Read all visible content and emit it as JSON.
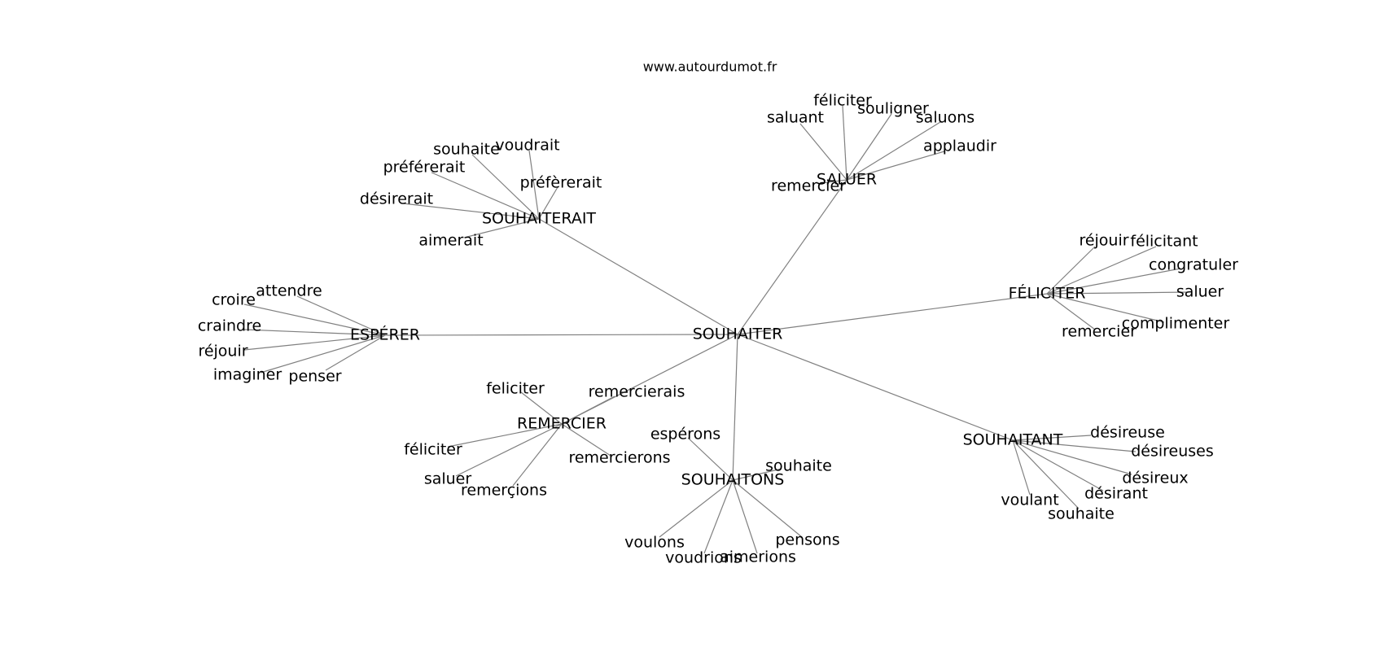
{
  "site": "www.autourdumot.fr",
  "center": "SOUHAITER",
  "clusters": [
    {
      "hub": "SOUHAITERAIT",
      "leaves": [
        "souhaite",
        "voudrait",
        "préférerait",
        "préfèrerait",
        "désirerait",
        "aimerait"
      ]
    },
    {
      "hub": "SALUER",
      "leaves": [
        "saluant",
        "féliciter",
        "souligner",
        "saluons",
        "applaudir",
        "remercier"
      ]
    },
    {
      "hub": "ESPÉRER",
      "leaves": [
        "attendre",
        "croire",
        "craindre",
        "réjouir",
        "imaginer",
        "penser"
      ]
    },
    {
      "hub": "FÉLICITER",
      "leaves": [
        "réjouir",
        "félicitant",
        "congratuler",
        "saluer",
        "complimenter",
        "remercier"
      ]
    },
    {
      "hub": "REMERCIER",
      "leaves": [
        "feliciter",
        "remercierais",
        "féliciter",
        "saluer",
        "remerçions",
        "remercierons"
      ]
    },
    {
      "hub": "SOUHAITONS",
      "leaves": [
        "espérons",
        "souhaite",
        "voulons",
        "voudrions",
        "aimerions",
        "pensons"
      ]
    },
    {
      "hub": "SOUHAITANT",
      "leaves": [
        "désireuse",
        "désireuses",
        "désireux",
        "désirant",
        "voulant",
        "souhaite"
      ]
    }
  ]
}
